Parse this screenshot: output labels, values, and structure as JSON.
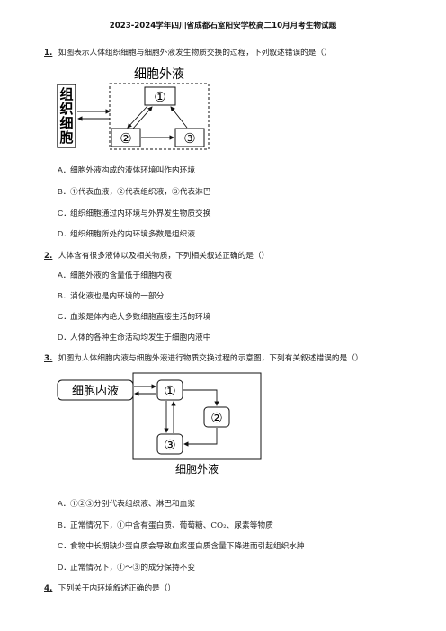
{
  "title": "2023-2024学年四川省成都石室阳安学校高二10月月考生物试题",
  "questions": [
    {
      "number": "1.",
      "stem": "如图表示人体组织细胞与细胞外液发生物质交换的过程，下列叙述错误的是（）",
      "figure": {
        "outer_label": "细胞外液",
        "cell_label": "组织细胞",
        "box1": "①",
        "box2": "②",
        "box3": "③"
      },
      "options": [
        {
          "label": "A．",
          "text": "细胞外液构成的液体环境叫作内环境"
        },
        {
          "label": "B．",
          "text": "①代表血液，②代表组织液，③代表淋巴"
        },
        {
          "label": "C．",
          "text": "组织细胞通过内环境与外界发生物质交换"
        },
        {
          "label": "D．",
          "text": "组织细胞所处的内环境多数是组织液"
        }
      ]
    },
    {
      "number": "2.",
      "stem": "人体含有很多液体以及相关物质，下列相关叙述正确的是（）",
      "options": [
        {
          "label": "A．",
          "text": "细胞外液的含量低于细胞内液"
        },
        {
          "label": "B．",
          "text": "消化液也是内环境的一部分"
        },
        {
          "label": "C．",
          "text": "血浆是体内绝大多数细胞直接生活的环境"
        },
        {
          "label": "D．",
          "text": "人体的各种生命活动均发生于细胞内液中"
        }
      ]
    },
    {
      "number": "3.",
      "stem": "如图为人体细胞内液与细胞外液进行物质交换过程的示意图，下列有关叙述错误的是（）",
      "figure": {
        "inner_label": "细胞内液",
        "outer_label": "细胞外液",
        "box1": "①",
        "box2": "②",
        "box3": "③"
      },
      "options": [
        {
          "label": "A．",
          "text": "①②③分别代表组织液、淋巴和血浆"
        },
        {
          "label": "B．",
          "text": "正常情况下，①中含有蛋白质、葡萄糖、CO₂、尿素等物质"
        },
        {
          "label": "C．",
          "text": "食物中长期缺少蛋白质会导致血浆蛋白质含量下降进而引起组织水肿"
        },
        {
          "label": "D．",
          "text": "正常情况下，①～③的成分保持不变"
        }
      ]
    },
    {
      "number": "4.",
      "stem": "下列关于内环境叙述正确的是（）"
    }
  ]
}
